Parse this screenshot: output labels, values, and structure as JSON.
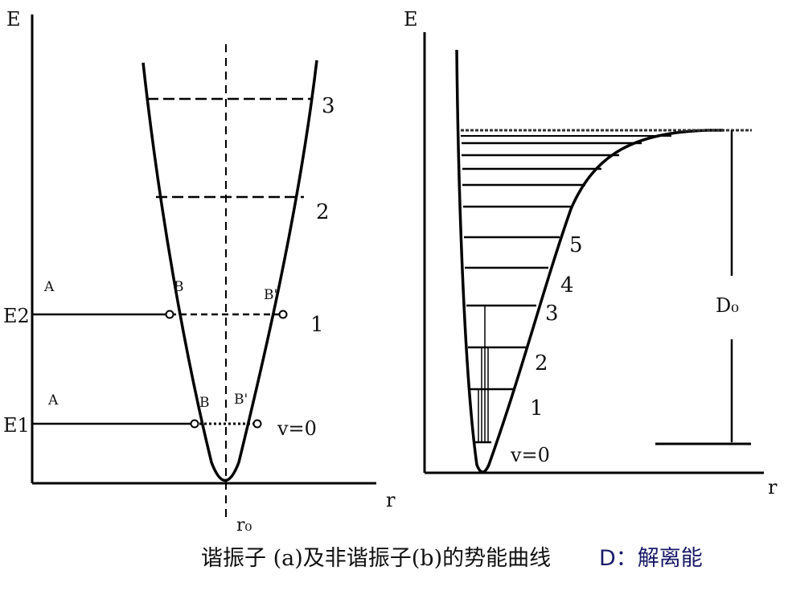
{
  "panel_a": {
    "axis_y": "E",
    "axis_x": "r",
    "r0": "r₀",
    "level_labels": [
      "3",
      "2",
      "1",
      "v=0"
    ],
    "e2": "E2",
    "e1": "E1",
    "a_upper": "A",
    "a_lower": "A",
    "b_upper": "B",
    "b_prime_upper": "B'",
    "b_lower": "B",
    "b_prime_lower": "B'"
  },
  "panel_b": {
    "axis_y": "E",
    "axis_x": "r",
    "level_labels": [
      "5",
      "4",
      "3",
      "2",
      "1",
      "v=0"
    ],
    "d0": "D₀"
  },
  "caption": "谐振子 (a)及非谐振子(b)的势能曲线",
  "d_note": "D：解离能"
}
